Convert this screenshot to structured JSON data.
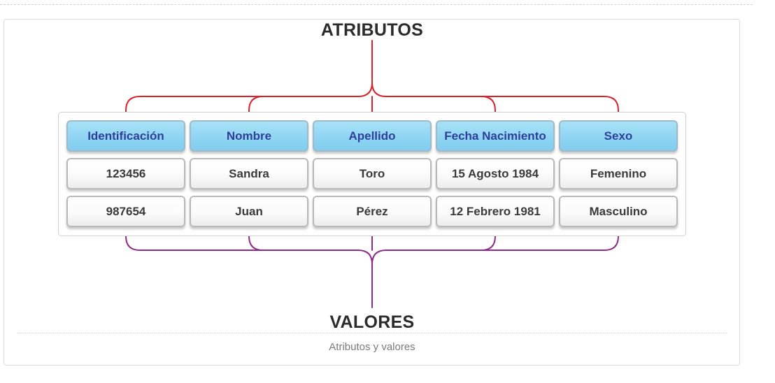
{
  "diagram": {
    "top_heading": "ATRIBUTOS",
    "bottom_heading": "VALORES",
    "caption": "Atributos y valores",
    "colors": {
      "attribute_connector": "#d8232a",
      "value_connector": "#8e2a8c",
      "header_fill": "#8dd4f2",
      "header_text": "#2e3f9a"
    }
  },
  "table": {
    "headers": [
      "Identificación",
      "Nombre",
      "Apellido",
      "Fecha Nacimiento",
      "Sexo"
    ],
    "rows": [
      [
        "123456",
        "Sandra",
        "Toro",
        "15 Agosto 1984",
        "Femenino"
      ],
      [
        "987654",
        "Juan",
        "Pérez",
        "12 Febrero 1981",
        "Masculino"
      ]
    ]
  }
}
